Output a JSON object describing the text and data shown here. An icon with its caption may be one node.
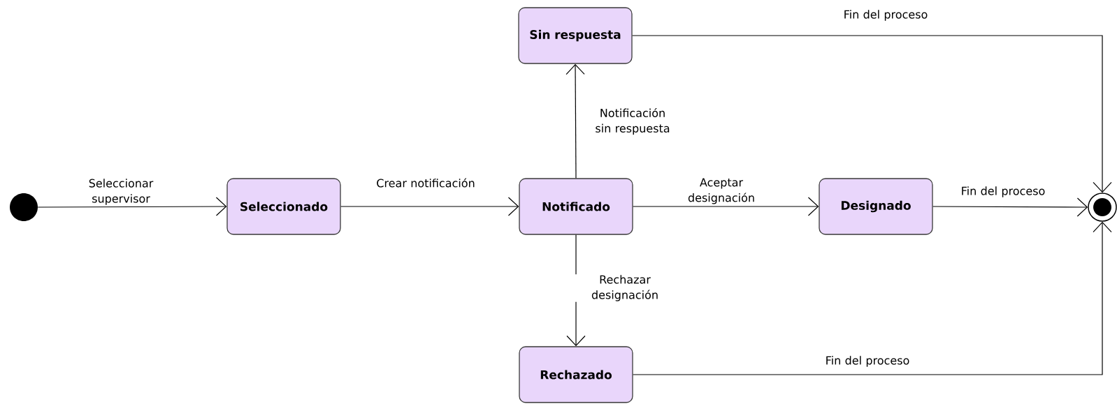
{
  "diagram": {
    "nodes": [
      {
        "text": [],
        "shape": "circle"
      },
      {
        "text": [
          "Seleccionado"
        ]
      },
      {
        "text": [
          "Notificado"
        ]
      },
      {
        "text": [
          "Sin respuesta"
        ]
      },
      {
        "text": [
          "Designado"
        ]
      },
      {
        "text": [
          "Rechazado"
        ]
      },
      {
        "text": [],
        "shape": "circle"
      }
    ],
    "edges": [
      {
        "from": 0,
        "to": 1,
        "arrow": "to",
        "label": "Seleccionar supervisor"
      },
      {
        "from": 1,
        "to": 2,
        "arrow": "to",
        "label": "Crear notificación"
      },
      {
        "from": 2,
        "to": 3,
        "arrow": "to",
        "label": "Notificación sin respuesta"
      },
      {
        "from": 2,
        "to": 4,
        "arrow": "to",
        "label": "Aceptar designación"
      },
      {
        "from": 2,
        "to": 5,
        "arrow": "to",
        "label": "Rechazar designación"
      },
      {
        "from": 3,
        "to": 6,
        "arrow": "to",
        "label": "Fin del proceso"
      },
      {
        "from": 4,
        "to": 6,
        "arrow": "to",
        "label": "Fin del proceso"
      },
      {
        "from": 5,
        "to": 6,
        "arrow": "to",
        "label": "Fin del proceso"
      }
    ]
  }
}
